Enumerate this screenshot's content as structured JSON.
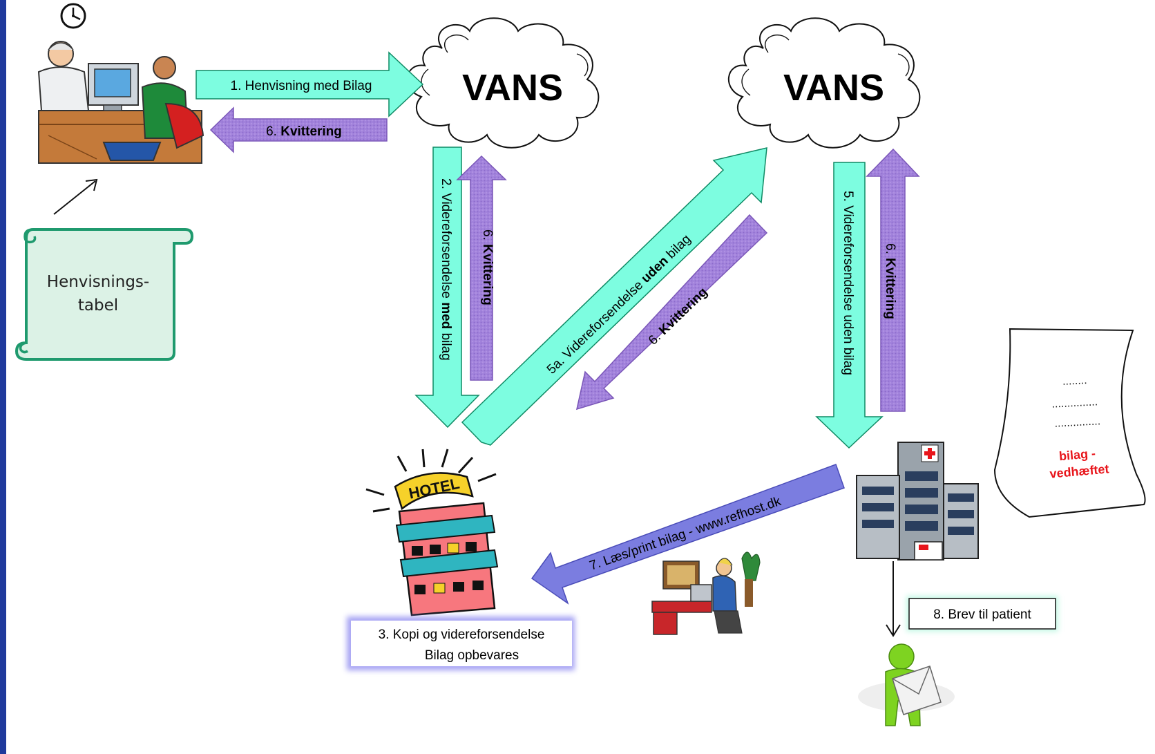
{
  "colors": {
    "teal_arrow": "#7dfde0",
    "purple_arrow": "#a07ad8",
    "blue_arrow": "#7b7de0",
    "scroll_fill": "#dcf2e6",
    "scroll_stroke": "#1f9a6e",
    "red_text": "#e8151b",
    "side_bar": "#1f3a9c"
  },
  "clouds": {
    "left": "VANS",
    "right": "VANS"
  },
  "arrows": {
    "a1": "1. Henvisning med Bilag",
    "a6_top_num": "6. ",
    "a6_top_bold": "Kvittering",
    "a2_prefix": "2. Videreforsendelse ",
    "a2_bold": "med",
    "a2_suffix": " bilag",
    "a6_left_num": "6. ",
    "a6_left_bold": "Kvittering",
    "a5a_prefix": "5a. Videreforsendelse ",
    "a5a_bold": "uden",
    "a5a_suffix": " bilag",
    "a6_diag_num": "6. ",
    "a6_diag_bold": "Kvittering",
    "a5": "5. Videreforsendelse uden bilag",
    "a6_right_num": "6. ",
    "a6_right_bold": "Kvittering",
    "a7": "7. Læs/print  bilag - www.refhost.dk"
  },
  "scroll": {
    "line1": "Henvisnings-",
    "line2": "tabel"
  },
  "boxes": {
    "hotel_line1": "3. Kopi og videreforsendelse",
    "hotel_line2": "Bilag opbevares",
    "patient": "8. Brev til patient"
  },
  "document": {
    "dots1": "........",
    "dots2": "...............",
    "dots3": "...............",
    "label1": "bilag -",
    "label2": "vedhæftet"
  },
  "hotel_sign": "HOTEL",
  "icons": [
    "clock-icon",
    "doctor-patient-icon",
    "hotel-icon",
    "hospital-icon",
    "office-worker-icon",
    "patient-letter-icon"
  ]
}
